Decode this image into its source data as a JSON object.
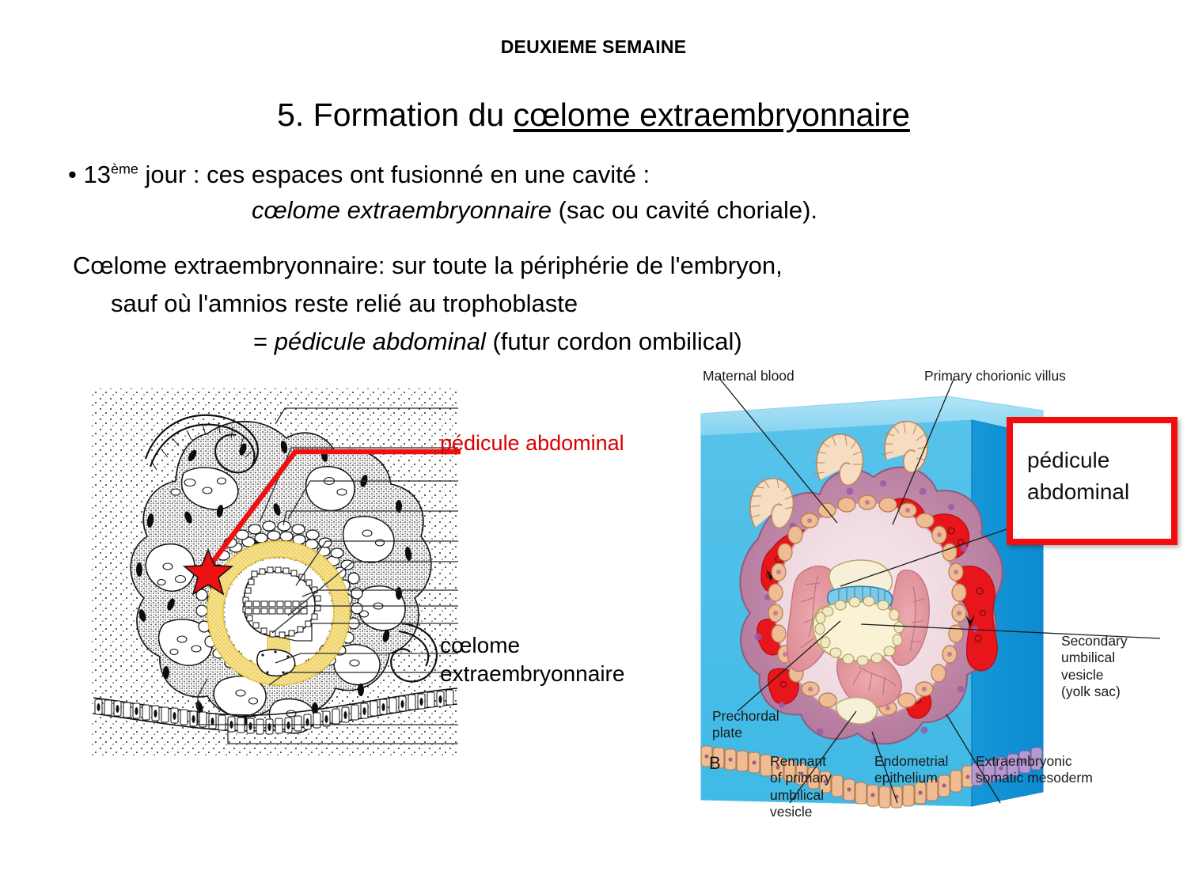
{
  "slide": {
    "kicker": "DEUXIEME SEMAINE",
    "title_prefix": "5. Formation du ",
    "title_underlined": "cœlome extraembryonnaire",
    "bullet_pre": "• 13",
    "bullet_sup": "ème",
    "bullet_post": " jour : ces espaces ont fusionné en une cavité :",
    "sub_italic": "cœlome extraembryonnaire",
    "sub_rest": " (sac ou cavité choriale).",
    "para1": "Cœlome extraembryonnaire: sur toute la périphérie de l'embryon,",
    "para2": "sauf où l'amnios reste relié au trophoblaste",
    "para3_pre": "= ",
    "para3_italic": "pédicule abdominal",
    "para3_post": " (futur cordon ombilical)"
  },
  "left_figure": {
    "name": "histological-section-implantation-site",
    "annotation_red": "pédicule abdominal",
    "annotation_black_line1": "cœlome",
    "annotation_black_line2": "extraembryonnaire",
    "star_marker": "red-star",
    "highlight_color": "#f3d969",
    "pointer_color": "#ee1111"
  },
  "right_figure": {
    "name": "implantation-block-diagram",
    "panel_letter": "B",
    "labels": {
      "maternal_blood": "Maternal blood",
      "primary_chorionic_villus": "Primary chorionic villus",
      "secondary_umbilical_vesicle": [
        "Secondary",
        "umbilical",
        "vesicle",
        "(yolk sac)"
      ],
      "prechordal_plate": [
        "Prechordal",
        "plate"
      ],
      "remnant_primary_umbilical_vesicle": [
        "Remnant",
        "of primary",
        "umbilical",
        "vesicle"
      ],
      "endometrial_epithelium": [
        "Endometrial",
        "epithelium"
      ],
      "extraembryonic_somatic_mesoderm": [
        "Extraembryonic",
        "somatic mesoderm"
      ]
    },
    "colors": {
      "block_front": "#4fc0e8",
      "block_side": "#0d8fd4",
      "block_top": "#8fd6f0",
      "decidua": "#c48aa8",
      "blood": "#e8151b",
      "epithelium": "#eab089",
      "mesoderm": "#a68bc0"
    }
  },
  "callout": {
    "line1": "pédicule",
    "line2": "abdominal",
    "border_color": "#f50b0b"
  }
}
